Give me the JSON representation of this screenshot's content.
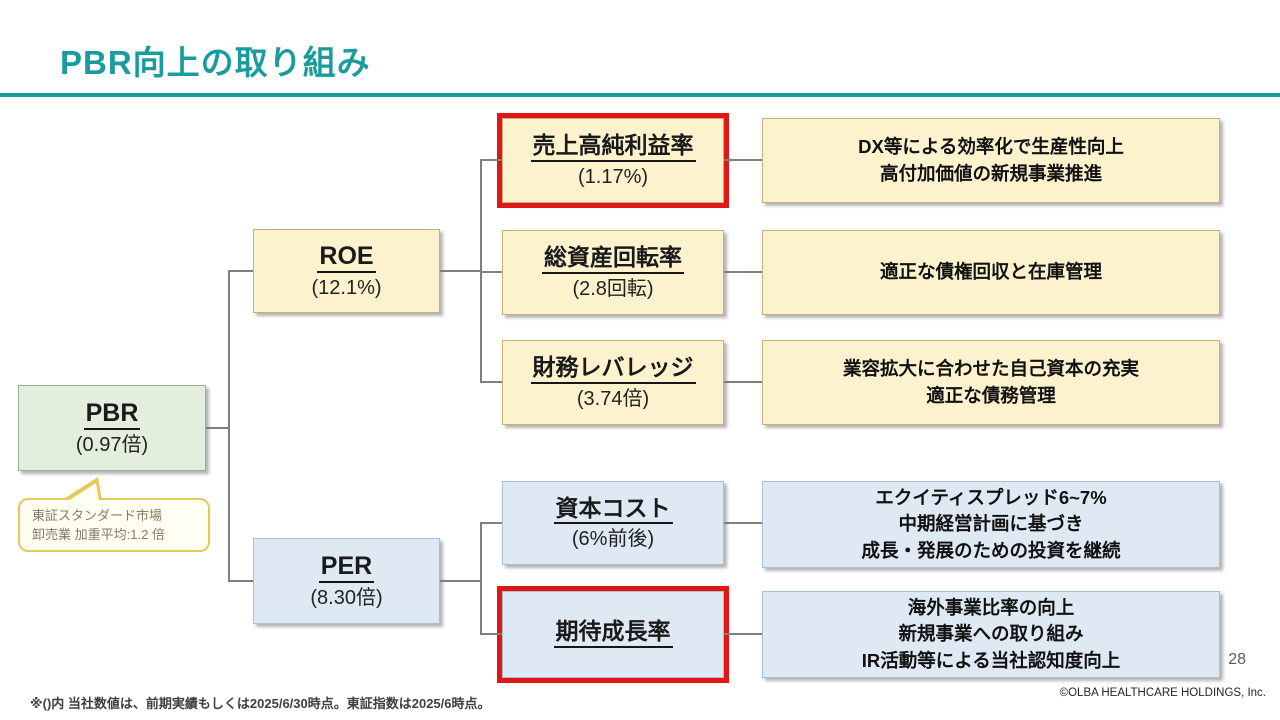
{
  "slide": {
    "title": "PBR向上の取り組み",
    "page_number": "28",
    "copyright": "©OLBA HEALTHCARE HOLDINGS, Inc.",
    "footnote": "※()内 当社数値は、前期実績もしくは2025/6/30時点。東証指数は2025/6時点。"
  },
  "colors": {
    "accent_teal": "#1a9c9c",
    "green_fill": "#e3eedc",
    "cream_fill": "#fcf2ce",
    "blue_fill": "#dee9f4",
    "red_highlight": "#e11616",
    "connector_gray": "#7f7f7f",
    "callout_border": "#e4c95b"
  },
  "diagram": {
    "root": {
      "label": "PBR",
      "value": "(0.97倍)"
    },
    "callout": {
      "line1": "東証スタンダード市場",
      "line2": "卸売業 加重平均:1.2 倍"
    },
    "level2": [
      {
        "label": "ROE",
        "value": "(12.1%)"
      },
      {
        "label": "PER",
        "value": "(8.30倍)"
      }
    ],
    "metrics": [
      {
        "label": "売上高純利益率",
        "value": "(1.17%)",
        "highlighted": true
      },
      {
        "label": "総資産回転率",
        "value": "(2.8回転)",
        "highlighted": false
      },
      {
        "label": "財務レバレッジ",
        "value": "(3.74倍)",
        "highlighted": false
      },
      {
        "label": "資本コスト",
        "value": "(6%前後)",
        "highlighted": false
      },
      {
        "label": "期待成長率",
        "value": "",
        "highlighted": true
      }
    ],
    "actions": [
      {
        "line1": "DX等による効率化で生産性向上",
        "line2": "高付加価値の新規事業推進",
        "line3": ""
      },
      {
        "line1": "適正な債権回収と在庫管理",
        "line2": "",
        "line3": ""
      },
      {
        "line1": "業容拡大に合わせた自己資本の充実",
        "line2": "適正な債務管理",
        "line3": ""
      },
      {
        "line1": "エクイティスプレッド6~7%",
        "line2": "中期経営計画に基づき",
        "line3": "成長・発展のための投資を継続"
      },
      {
        "line1": "海外事業比率の向上",
        "line2": "新規事業への取り組み",
        "line3": "IR活動等による当社認知度向上"
      }
    ]
  }
}
